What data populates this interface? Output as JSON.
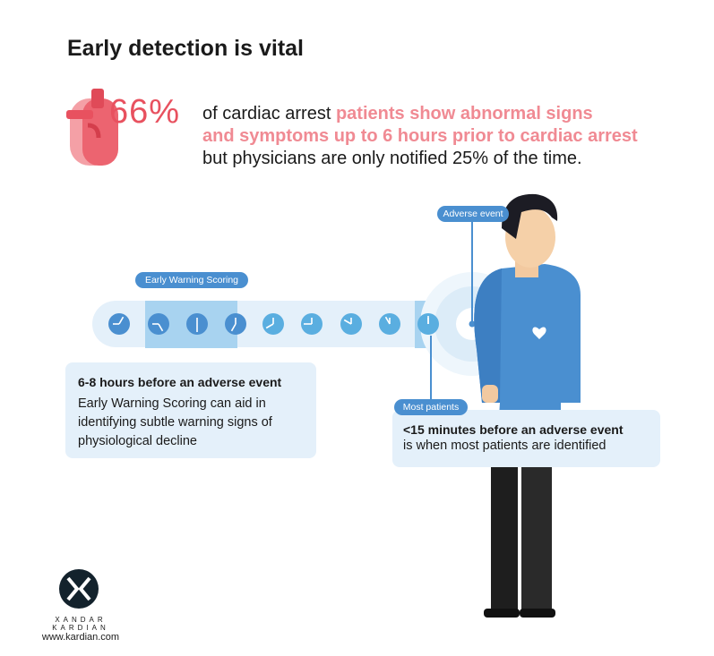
{
  "title": "Early detection is vital",
  "stat": {
    "percent": "66%",
    "line1_plain": "of cardiac arrest ",
    "line1_highlight": "patients show abnormal signs",
    "line2_highlight": "and symptoms up to 6 hours prior to cardiac arrest",
    "line3": "but physicians are only notified 25% of the time."
  },
  "labels": {
    "early_warning": "Early Warning Scoring",
    "adverse_event": "Adverse event",
    "most_patients": "Most patients"
  },
  "left_box": {
    "title": "6-8 hours before an adverse event",
    "body": [
      "Early Warning Scoring can aid in",
      "identifying subtle warning signs of",
      "physiological decline"
    ]
  },
  "right_box": {
    "title": "<15 minutes before an adverse event",
    "body": "is when most patients are identified"
  },
  "branding": {
    "name": "XANDAR KARDIAN",
    "url": "www.kardian.com"
  },
  "colors": {
    "accent_blue": "#4a8fd0",
    "light_blue": "#e4f0fa",
    "highlight_blue": "#a8d3f0",
    "pink": "#f08a93",
    "red": "#e8515f"
  }
}
